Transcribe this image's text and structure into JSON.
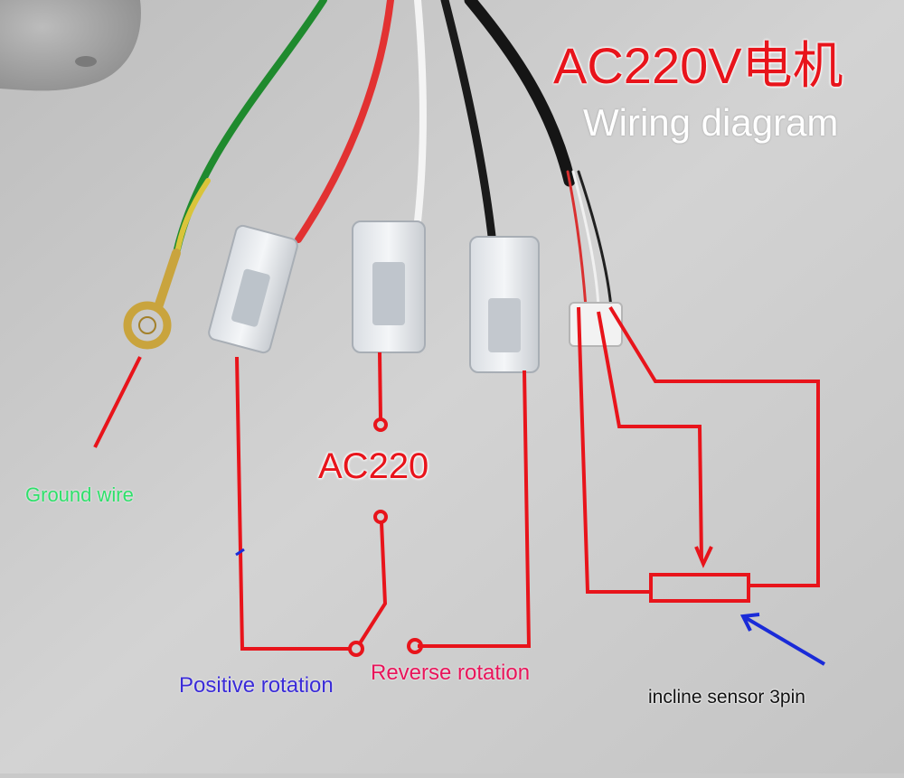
{
  "title": "AC220V电机",
  "subtitle": "Wiring diagram",
  "supply_label": "AC220",
  "labels": {
    "ground": "Ground wire",
    "positive": "Positive rotation",
    "reverse": "Reverse rotation",
    "sensor": "incline sensor 3pin"
  },
  "colors": {
    "wiring": "#e8141b",
    "ground_label": "#2ee06a",
    "positive_label": "#3a2bd8",
    "reverse_label": "#e8145a",
    "pointer_arrow": "#1a2bd8",
    "title": "#e8141b",
    "subtitle": "#ffffff"
  }
}
